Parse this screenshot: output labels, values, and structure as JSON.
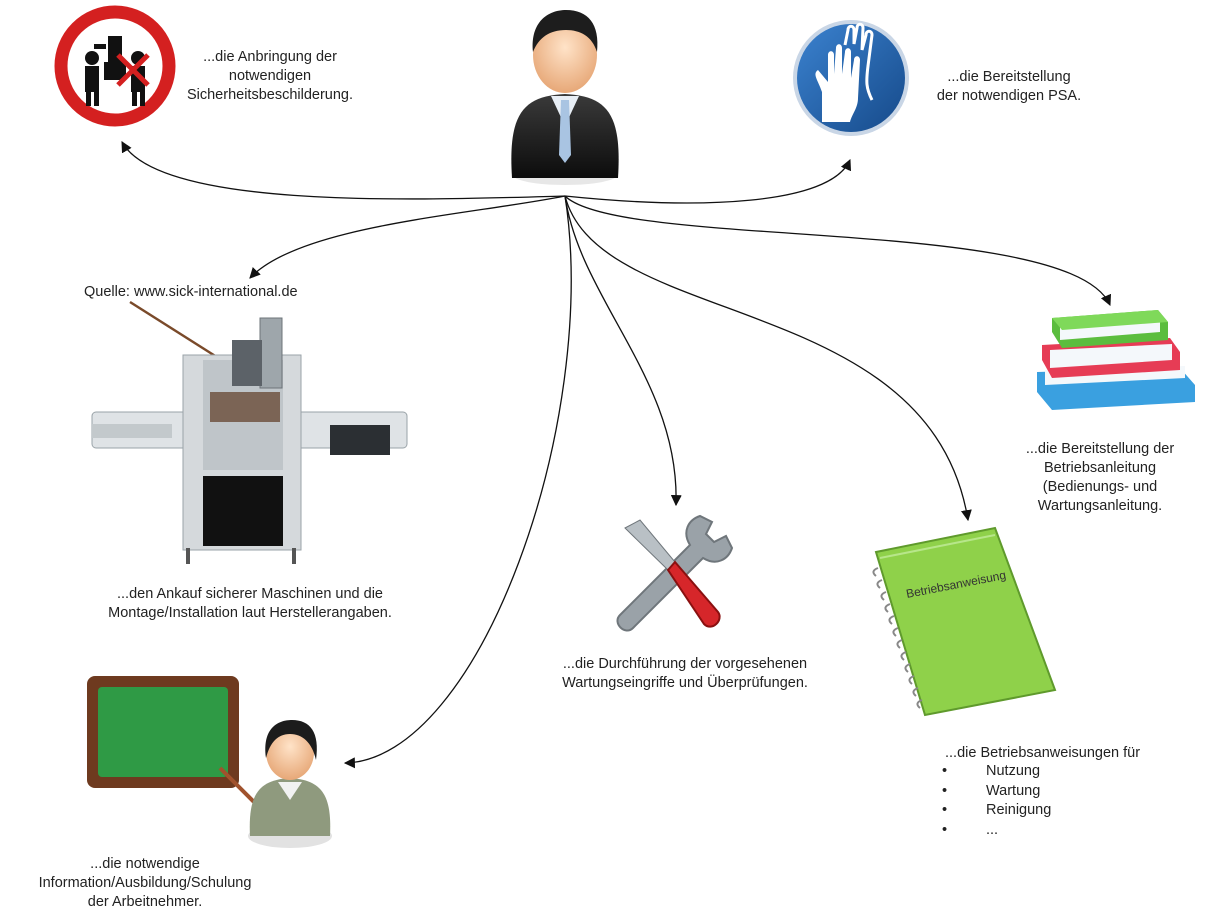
{
  "captions": {
    "signage": [
      "...die Anbringung der",
      "notwendigen",
      "Sicherheitsbeschilderung."
    ],
    "ppe": [
      "...die Bereitstellung",
      "der notwendigen PSA."
    ],
    "source": "Quelle: www.sick-international.de",
    "machines": [
      "...den Ankauf sicherer Maschinen und die",
      "Montage/Installation laut Herstellerangaben."
    ],
    "manual": [
      "...die Bereitstellung der",
      "Betriebsanleitung",
      "(Bedienungs- und",
      "Wartungsanleitung."
    ],
    "maintenance": [
      "...die Durchführung der vorgesehenen",
      "Wartungseingriffe und Überprüfungen."
    ],
    "instructions_title": "...die Betriebsanweisungen für",
    "instructions_items": [
      "Nutzung",
      "Wartung",
      "Reinigung",
      "..."
    ],
    "bullet_symbol": "•",
    "training": [
      "...die notwendige",
      "Information/Ausbildung/Schulung",
      "der Arbeitnehmer."
    ],
    "notebook_label": "Betriebsanweisung"
  },
  "icons": {
    "employer": "businessman-icon",
    "signage": "prohibition-sign-icon",
    "ppe": "gloves-mandatory-sign-icon",
    "machine": "machine-photo",
    "books": "books-stack-icon",
    "tools": "wrench-screwdriver-icon",
    "notebook": "notebook-icon",
    "training": "teacher-blackboard-icon"
  },
  "colors": {
    "prohibition_red": "#d42020",
    "mandatory_blue": "#1f5fa8",
    "blackboard_green": "#2f9a45",
    "blackboard_frame": "#6e3a1f",
    "notebook_green": "#8fd14a",
    "connector": "#111111"
  }
}
